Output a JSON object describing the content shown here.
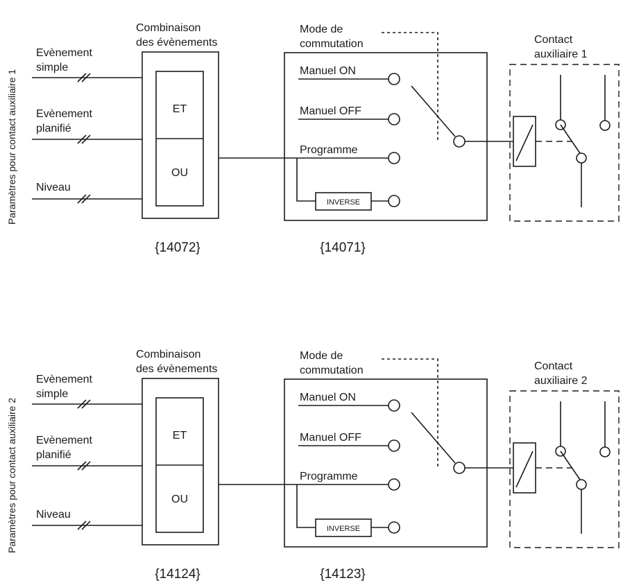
{
  "diagrams": [
    {
      "side_label": "Paramètres pour contact auxiliaire 1",
      "inputs": [
        "Evènement simple",
        "Evènement planifié",
        "Niveau"
      ],
      "combination_title": [
        "Combinaison",
        "des évènements"
      ],
      "logic_options": [
        "ET",
        "OU"
      ],
      "combination_code": "{14072}",
      "mode_title": [
        "Mode de",
        "commutation"
      ],
      "mode_options": [
        "Manuel ON",
        "Manuel OFF",
        "Programme"
      ],
      "inverse_label": "INVERSE",
      "mode_code": "{14071}",
      "contact_title": [
        "Contact",
        "auxiliaire 1"
      ]
    },
    {
      "side_label": "Paramètres pour contact auxiliaire 2",
      "inputs": [
        "Evènement simple",
        "Evènement planifié",
        "Niveau"
      ],
      "combination_title": [
        "Combinaison",
        "des évènements"
      ],
      "logic_options": [
        "ET",
        "OU"
      ],
      "combination_code": "{14124}",
      "mode_title": [
        "Mode de",
        "commutation"
      ],
      "mode_options": [
        "Manuel ON",
        "Manuel OFF",
        "Programme"
      ],
      "inverse_label": "INVERSE",
      "mode_code": "{14123}",
      "contact_title": [
        "Contact",
        "auxiliaire 2"
      ]
    }
  ]
}
